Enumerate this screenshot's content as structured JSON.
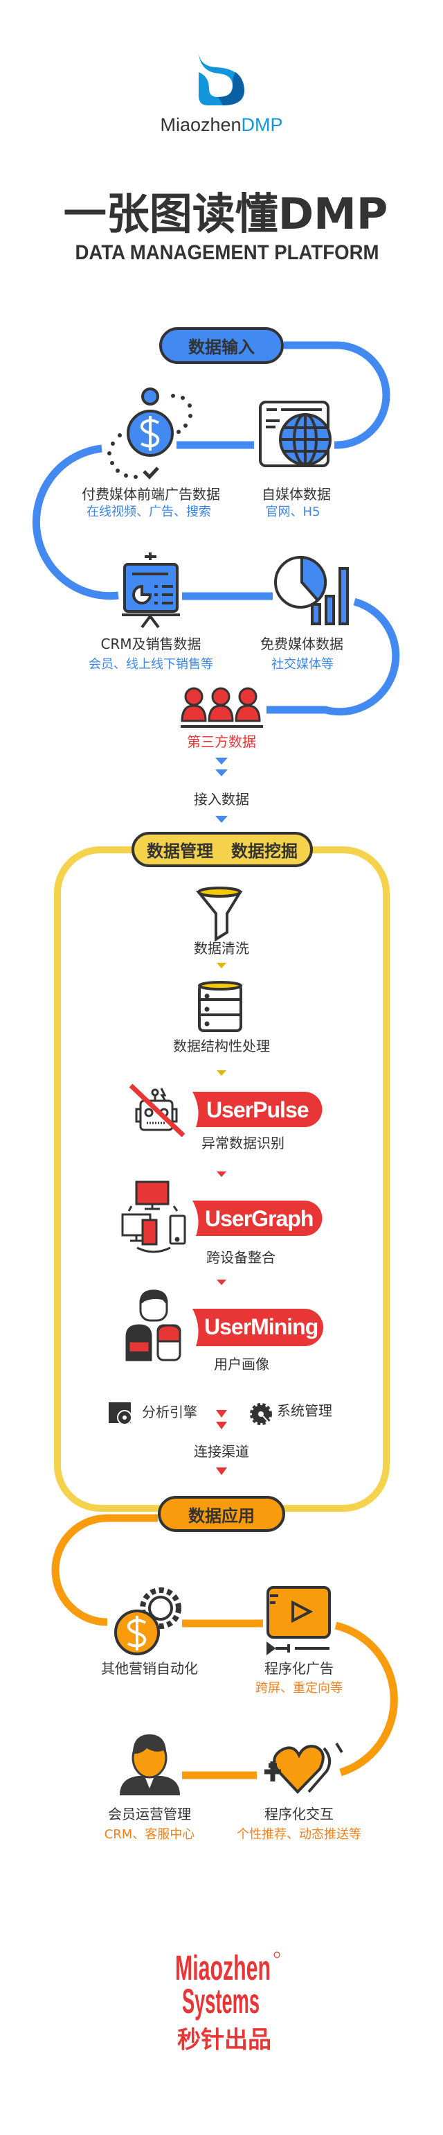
{
  "header": {
    "logo_text_main": "Miaozhen",
    "logo_text_accent": "DMP",
    "title": "一张图读懂DMP",
    "subtitle": "DATA MANAGEMENT PLATFORM"
  },
  "colors": {
    "blue": "#4289f2",
    "dark": "#333333",
    "yellow": "#f4d24c",
    "orange": "#f89c0e",
    "red": "#e83535",
    "sub_blue": "#3b86e8",
    "sub_orange": "#f5821f",
    "logo_blue": "#1296db"
  },
  "data_input": {
    "pill": "数据输入",
    "sources": [
      {
        "icon": "dollar-cycle-icon",
        "label": "付费媒体前端广告数据",
        "sub": "在线视频、广告、搜索"
      },
      {
        "icon": "web-globe-icon",
        "label": "自媒体数据",
        "sub": "官网、H5"
      },
      {
        "icon": "presentation-board-icon",
        "label": "CRM及销售数据",
        "sub": "会员、线上线下销售等"
      },
      {
        "icon": "pie-bar-chart-icon",
        "label": "免费媒体数据",
        "sub": "社交媒体等"
      },
      {
        "icon": "people-group-icon",
        "label": "第三方数据"
      }
    ],
    "access_label": "接入数据"
  },
  "data_management": {
    "pill_left": "数据管理",
    "pill_right": "数据挖掘",
    "steps": [
      {
        "icon": "funnel-icon",
        "label": "数据清洗"
      },
      {
        "icon": "database-icon",
        "label": "数据结构性处理"
      },
      {
        "icon": "robot-blocked-icon",
        "product": "UserPulse",
        "label": "异常数据识别"
      },
      {
        "icon": "devices-icon",
        "product": "UserGraph",
        "label": "跨设备整合"
      },
      {
        "icon": "user-avatars-icon",
        "product": "UserMining",
        "label": "用户画像"
      }
    ],
    "analysis_engine": "分析引擎",
    "system_management": "系统管理",
    "connect_label": "连接渠道"
  },
  "data_application": {
    "pill": "数据应用",
    "items": [
      {
        "icon": "dollar-gear-icon",
        "label": "其他营销自动化"
      },
      {
        "icon": "video-player-icon",
        "label": "程序化广告",
        "sub": "跨屏、重定向等"
      },
      {
        "icon": "businessman-icon",
        "label": "会员运营管理",
        "sub": "CRM、客服中心"
      },
      {
        "icon": "heart-plus-icon",
        "label": "程序化交互",
        "sub": "个性推荐、动态推送等"
      }
    ]
  },
  "footer": {
    "logo_line1": "Miaozhen",
    "logo_line2": "Systems",
    "tagline": "秒针出品"
  }
}
